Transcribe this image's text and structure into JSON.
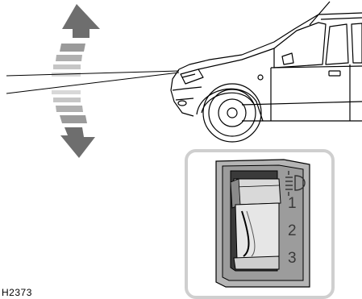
{
  "figure": {
    "code": "H2373"
  },
  "switch": {
    "icon": "headlamp-levelling-icon",
    "positions": [
      "1",
      "2",
      "3"
    ]
  },
  "arrows": {
    "icon_up": "arrow-up-icon",
    "icon_down": "arrow-down-icon"
  },
  "colors": {
    "line": "#000000",
    "arrow_dark": "#707070",
    "arrow_light": "#cfcfcf",
    "panel_border": "#cfcfcf"
  }
}
